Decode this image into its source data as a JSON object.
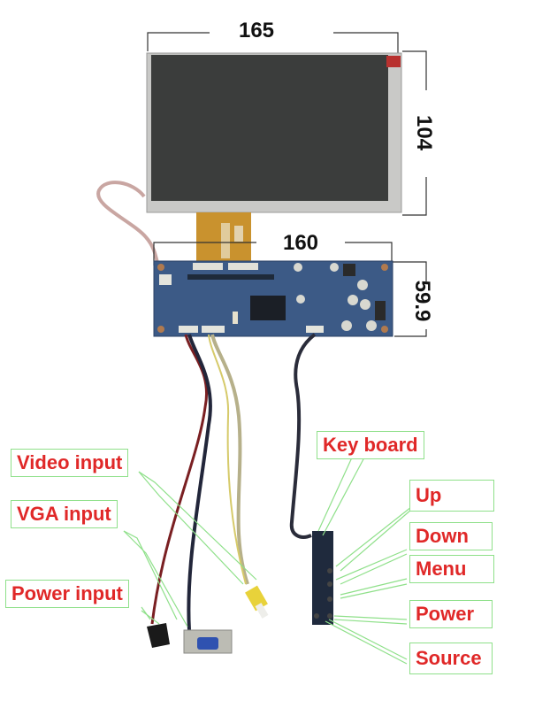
{
  "title": "LCD panel with driver board and keyboard — dimensions and connections",
  "dimensions": {
    "panel_width": "165",
    "panel_height": "104",
    "board_width": "160",
    "board_height": "59.9"
  },
  "labels": {
    "video_input": "Video input",
    "vga_input": "VGA input",
    "power_input": "Power input",
    "keyboard": "Key board",
    "up": "Up",
    "down": "Down",
    "menu": "Menu",
    "power": "Power",
    "source": "Source"
  },
  "colors": {
    "label_text": "#e02828",
    "label_border": "#8fe08a",
    "leader_line": "#8fe08a",
    "panel_screen": "#3b3d3c",
    "panel_bezel": "#c9c9c7",
    "pcb": "#3c5a86",
    "flex_cable": "#c9922e"
  }
}
